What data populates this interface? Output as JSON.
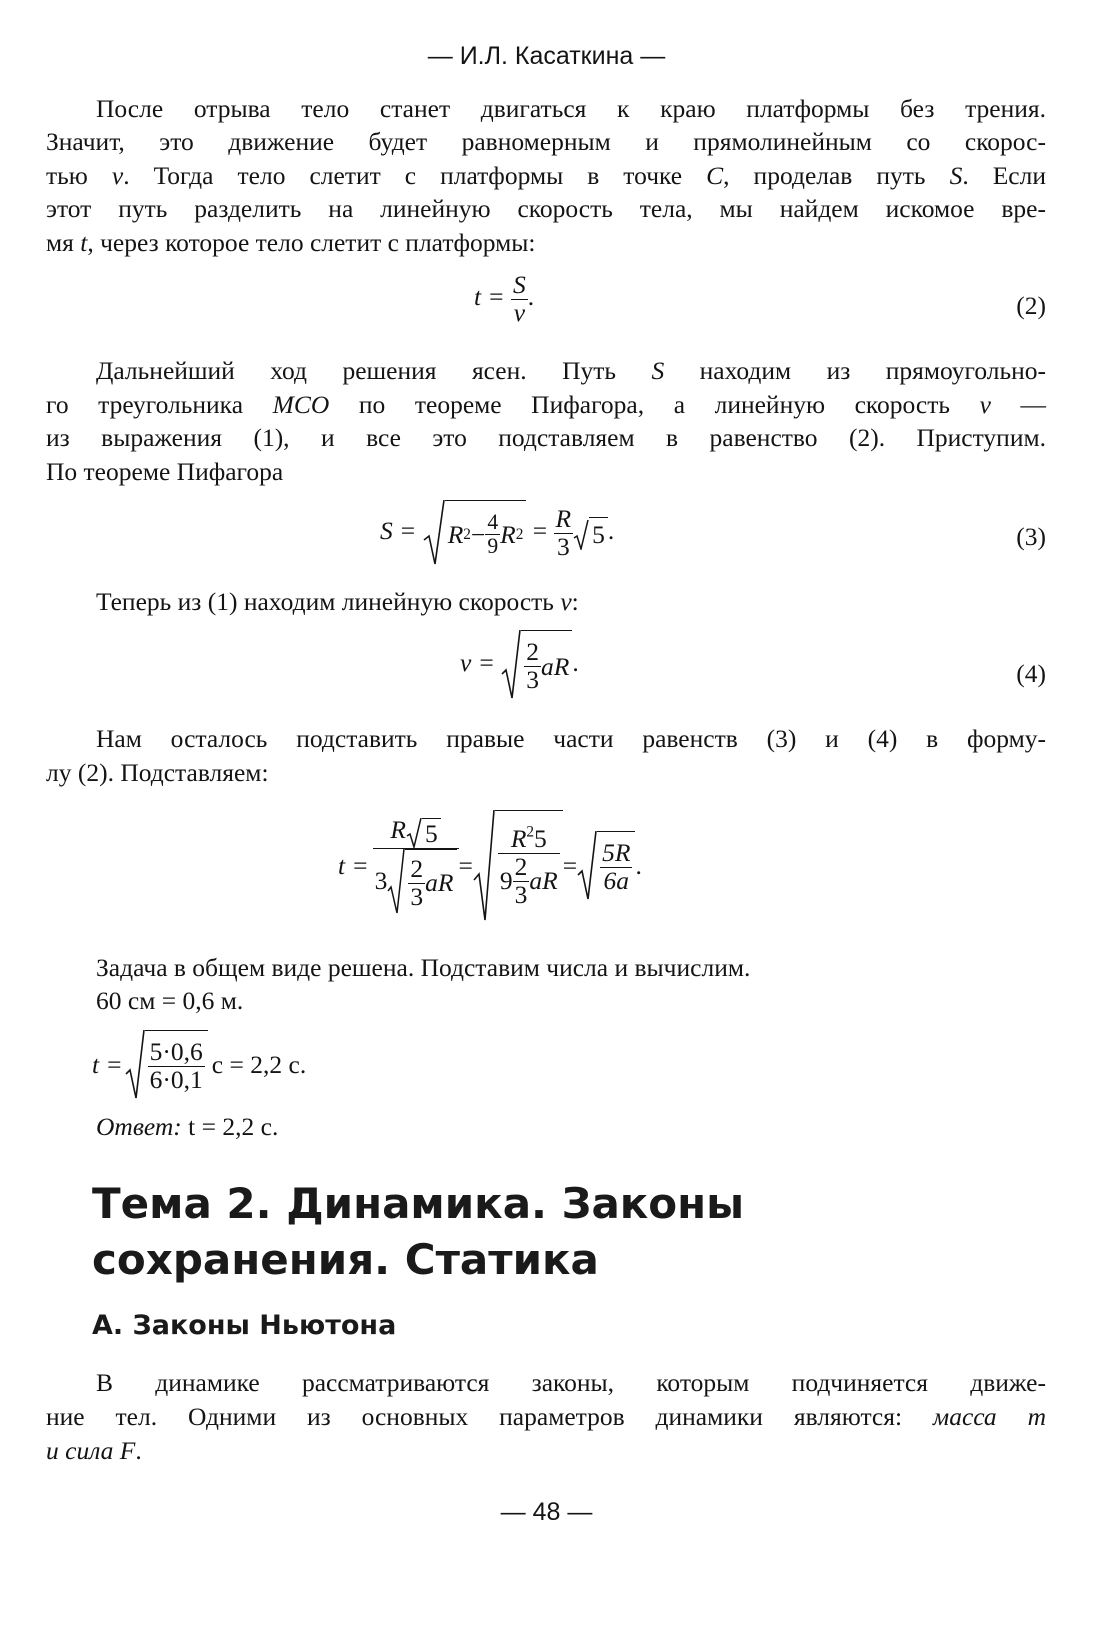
{
  "running_head": "— И.Л. Касаткина —",
  "p1": {
    "l1": "После отрыва тело станет двигаться к краю платформы без трения.",
    "l2": "Значит, это движение будет равномерным и прямолинейным со скорос-",
    "l3a": "тью ",
    "l3b": "v",
    "l3c": ". Тогда тело слетит с платформы в точке ",
    "l3d": "C",
    "l3e": ", проделав путь ",
    "l3f": "S",
    "l3g": ". Если",
    "l4": "этот путь разделить на линейную скорость тела, мы найдем искомое вре-",
    "l5a": "мя ",
    "l5b": "t",
    "l5c": ", через которое тело слетит с платформы:"
  },
  "eq2": {
    "lhs": "t =",
    "num": "S",
    "den": "v",
    "tail": ".",
    "number": "(2)"
  },
  "p2": {
    "l1a": "Дальнейший ход решения ясен. Путь ",
    "l1b": "S",
    "l1c": " находим из прямоугольно-",
    "l2a": "го треугольника ",
    "l2b": "MCO",
    "l2c": " по теореме Пифагора, а линейную скорость ",
    "l2d": "v",
    "l2e": " —",
    "l3": "из выражения (1), и все это подставляем в равенство (2). Приступим.",
    "l4": "По теореме Пифагора"
  },
  "eq3": {
    "lhs": "S =",
    "r1": "R",
    "sq1": "2",
    "minus": " − ",
    "f_num": "4",
    "f_den": "9",
    "r2": "R",
    "sq2": "2",
    "eq": " =",
    "g_num": "R",
    "g_den": "3",
    "root5": "5",
    "tail": ".",
    "number": "(3)"
  },
  "p3": {
    "a": "Теперь из (1) находим линейную скорость ",
    "b": "v",
    "c": ":"
  },
  "eq4": {
    "lhs": "v =",
    "f_num": "2",
    "f_den": "3",
    "aR": "aR",
    "tail": ".",
    "number": "(4)"
  },
  "p4": {
    "l1": "Нам осталось подставить правые части равенств (3) и (4) в форму-",
    "l2": "лу (2). Подставляем:"
  },
  "eq5": {
    "lhs": "t =",
    "n1_R": "R",
    "n1_root": "5",
    "d1_3": "3",
    "d1_f_num": "2",
    "d1_f_den": "3",
    "d1_aR": "aR",
    "eq_a": " = ",
    "n2_R": "R",
    "n2_sq": "2",
    "n2_5": "5",
    "d2_9": "9",
    "d2_f_num": "2",
    "d2_f_den": "3",
    "d2_aR": "aR",
    "eq_b": " = ",
    "n3": "5R",
    "d3": "6a",
    "tail": "."
  },
  "p5": {
    "l1": "Задача в общем виде решена. Подставим числа и вычислим.",
    "l2": "60 см = 0,6 м."
  },
  "eq6": {
    "lhs": "t =",
    "num": "5·0,6",
    "den": "6·0,1",
    "rhs": " с = 2,2 с."
  },
  "answer": {
    "label": "Ответ:",
    "value": " t = 2,2 с."
  },
  "topic_heading": "Тема 2. Динамика. Законы сохранения. Статика",
  "section_heading": "А. Законы Ньютона",
  "p6": {
    "l1": "В динамике рассматриваются законы, которым подчиняется движе-",
    "l2a": "ние тел. Одними из основных параметров динамики являются: ",
    "l2b": "масса m",
    "l3": "и сила F",
    "l3c": "."
  },
  "folio": "— 48 —"
}
